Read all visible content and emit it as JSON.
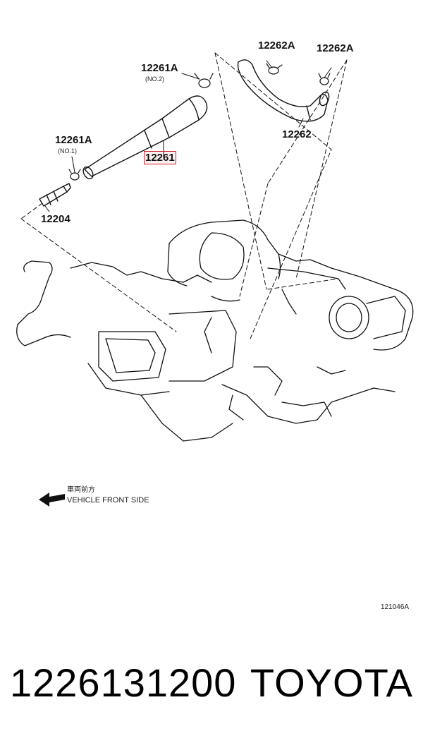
{
  "callouts": {
    "c12261a_no2": "12261A",
    "c12261a_no2_sub": "(NO.2)",
    "c12262a_left": "12262A",
    "c12262a_right": "12262A",
    "c12261a_no1": "12261A",
    "c12261a_no1_sub": "(NO.1)",
    "c12261": "12261",
    "c12262": "12262",
    "c12204": "12204"
  },
  "direction": {
    "label_jp": "車両前方",
    "label_en": "VEHICLE FRONT SIDE"
  },
  "illustration_code": "121046A",
  "footer": {
    "part_number": "1226131200",
    "brand": "TOYOTA"
  },
  "colors": {
    "line": "#111111",
    "highlight": "#d0202a"
  }
}
